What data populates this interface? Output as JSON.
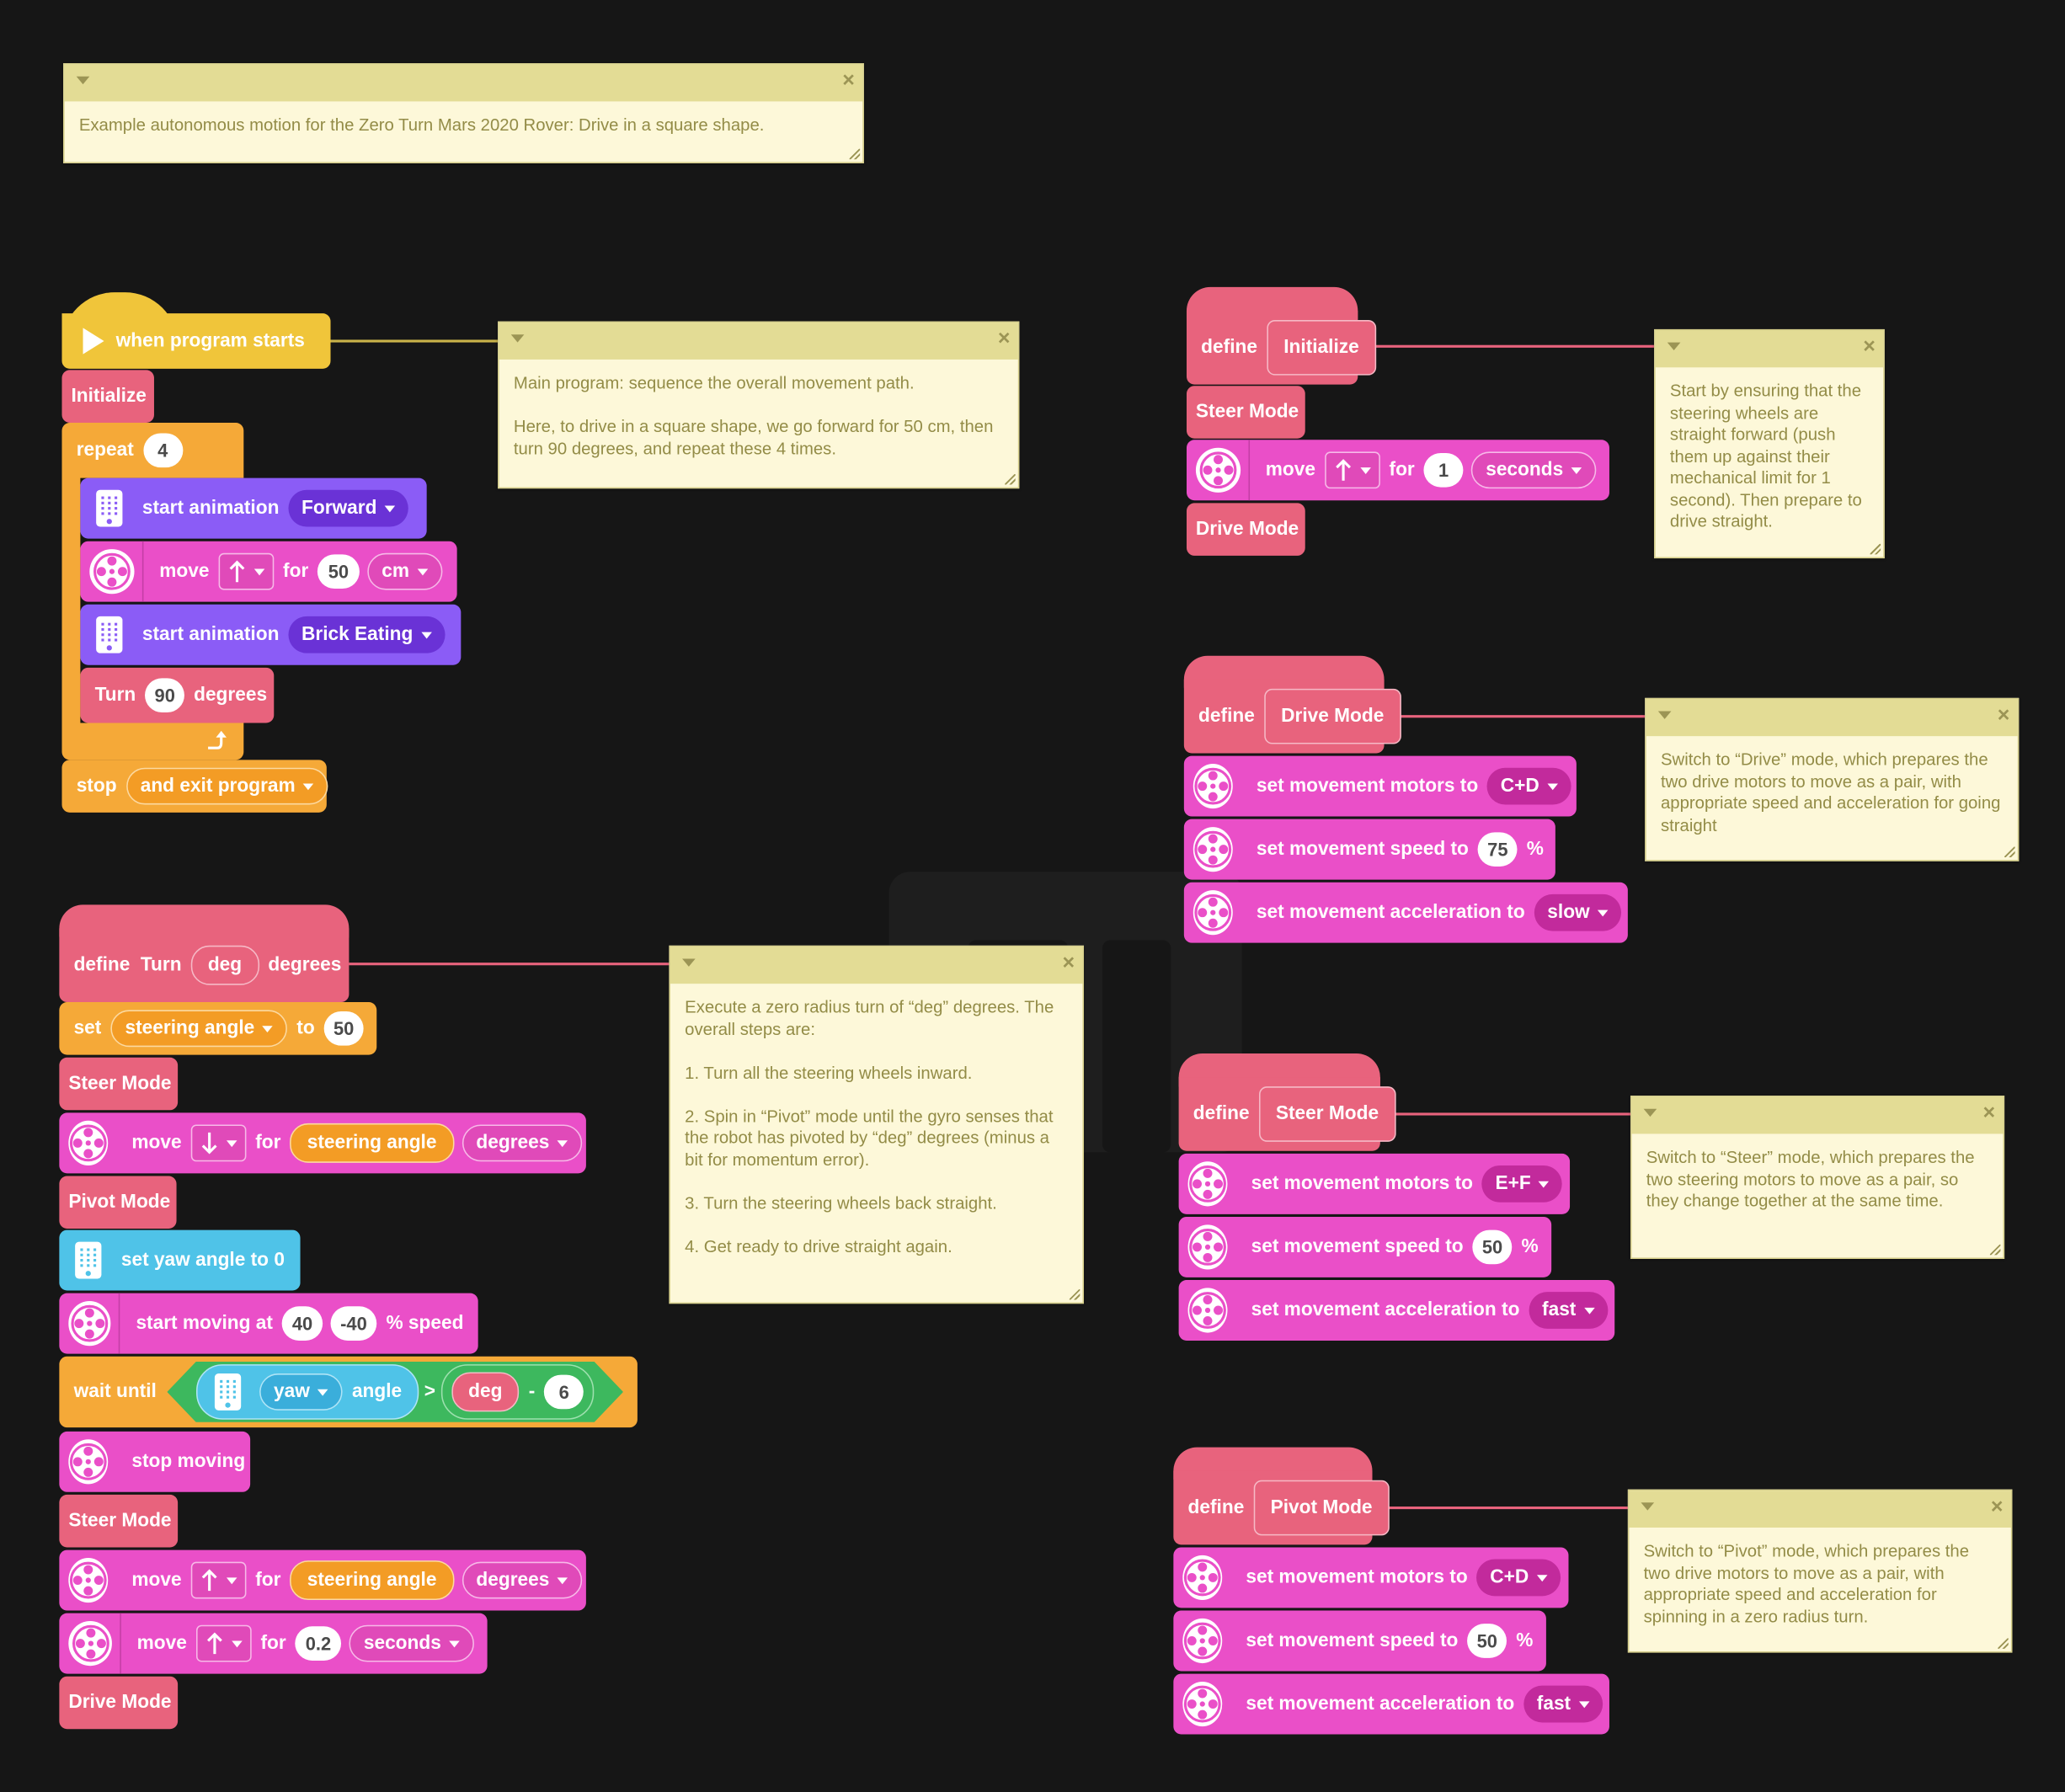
{
  "comments": {
    "header": "Example autonomous motion for the Zero Turn Mars 2020 Rover: Drive in a square shape.",
    "main": "Main program: sequence the overall movement path.\n\nHere, to drive in a square shape, we go forward for 50 cm, then turn 90 degrees, and repeat these 4 times.",
    "initialize": "Start by ensuring that the steering wheels are straight forward (push them up against their mechanical limit for 1 second). Then prepare to drive straight.",
    "drive_mode": "Switch to “Drive” mode, which prepares the two drive motors to move as a pair, with appropriate speed and acceleration for going straight",
    "turn": "Execute a zero radius turn of “deg” degrees. The overall steps are:\n\n1. Turn all the steering wheels inward.\n\n2. Spin in “Pivot” mode until the gyro senses that the robot has pivoted by “deg” degrees (minus a bit for momentum error).\n\n3. Turn the steering wheels back straight.\n\n4. Get ready to drive straight again.",
    "steer_mode": "Switch to “Steer” mode, which prepares the two steering motors to move as a pair, so they change together at the same time.",
    "pivot_mode": "Switch to “Pivot” mode, which prepares the two drive motors to move as a pair, with appropriate speed and acceleration for spinning in a zero radius turn."
  },
  "main": {
    "hat": "when program starts",
    "initialize": "Initialize",
    "repeat": "repeat",
    "repeat_count": "4",
    "anim1_label": "start animation",
    "anim1_value": "Forward",
    "move": "move",
    "for": "for",
    "move_amount": "50",
    "move_unit": "cm",
    "anim2_label": "start animation",
    "anim2_value": "Brick Eating",
    "turn": "Turn",
    "turn_amount": "90",
    "degrees": "degrees",
    "stop": "stop",
    "stop_option": "and exit program"
  },
  "initialize": {
    "define": "define",
    "name": "Initialize",
    "steer_mode": "Steer Mode",
    "move": "move",
    "for": "for",
    "amount": "1",
    "unit": "seconds",
    "drive_mode": "Drive Mode"
  },
  "drive_mode": {
    "define": "define",
    "name": "Drive Mode",
    "motors_label": "set movement motors to",
    "motors": "C+D",
    "speed_label": "set movement speed to",
    "speed": "75",
    "pct": "%",
    "accel_label": "set movement acceleration to",
    "accel": "slow"
  },
  "steer_mode": {
    "define": "define",
    "name": "Steer Mode",
    "motors_label": "set movement motors to",
    "motors": "E+F",
    "speed_label": "set movement speed to",
    "speed": "50",
    "pct": "%",
    "accel_label": "set movement acceleration to",
    "accel": "fast"
  },
  "pivot_mode": {
    "define": "define",
    "name": "Pivot Mode",
    "motors_label": "set movement motors to",
    "motors": "C+D",
    "speed_label": "set movement speed to",
    "speed": "50",
    "pct": "%",
    "accel_label": "set movement acceleration to",
    "accel": "fast"
  },
  "turn_def": {
    "define": "define",
    "name": "Turn",
    "param": "deg",
    "suffix": "degrees",
    "set": "set",
    "var": "steering angle",
    "to": "to",
    "set_value": "50",
    "steer_mode": "Steer Mode",
    "move": "move",
    "for": "for",
    "var_ref": "steering angle",
    "unit": "degrees",
    "pivot_mode": "Pivot Mode",
    "yaw_reset": "set yaw angle to 0",
    "start_moving": "start moving at",
    "left_speed": "40",
    "right_speed": "-40",
    "speed_suffix": "% speed",
    "wait_until": "wait until",
    "axis": "yaw",
    "angle": "angle",
    "gt": ">",
    "minus": "-",
    "offset": "6",
    "stop_moving": "stop moving",
    "steer_mode2": "Steer Mode",
    "move2_amount": "0.2",
    "move2_unit": "seconds",
    "drive_mode": "Drive Mode"
  },
  "colors": {
    "motor": "#ea4fc8",
    "myblock": "#e8637d",
    "control": "#f5a938",
    "display": "#8b5cf6",
    "sensor": "#4fc3e8",
    "event": "#f0c53a",
    "operator": "#3db85e",
    "comment": "#fdf8d9"
  },
  "icons": {
    "motor": "motor-icon",
    "hub": "hub-icon",
    "flag": "play-icon",
    "loop": "loop-arrow-icon"
  }
}
